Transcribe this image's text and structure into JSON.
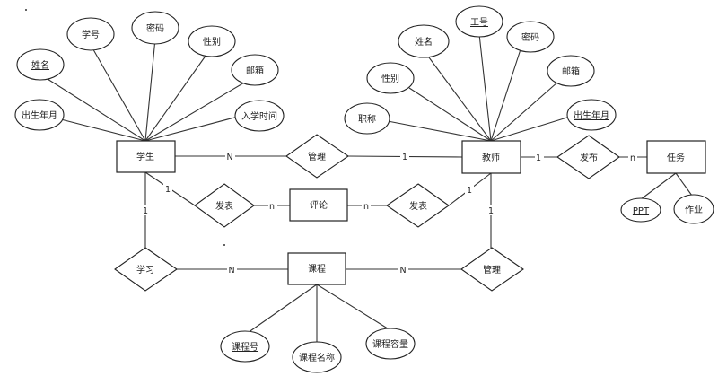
{
  "entities": {
    "student": "学生",
    "teacher": "教师",
    "task": "任务",
    "comment": "评论",
    "course": "课程"
  },
  "relationships": {
    "manage_student_teacher": "管理",
    "publish_task": "发布",
    "student_post": "发表",
    "teacher_post": "发表",
    "study": "学习",
    "manage_course": "管理"
  },
  "attributes": {
    "student": [
      "学号",
      "密码",
      "姓名",
      "性别",
      "邮箱",
      "出生年月",
      "入学时间"
    ],
    "teacher": [
      "工号",
      "姓名",
      "密码",
      "性别",
      "邮箱",
      "职称",
      "出生年月"
    ],
    "task": [
      "PPT",
      "作业"
    ],
    "course": [
      "课程号",
      "课程名称",
      "课程容量"
    ]
  },
  "cardinalities": {
    "student_manage": "N",
    "manage_teacher": "1",
    "teacher_publish": "1",
    "publish_task": "n",
    "student_post": "1",
    "post_comment_left": "n",
    "comment_post_right": "n",
    "post_teacher": "1",
    "student_study": "1",
    "study_course": "N",
    "course_manage": "N",
    "manage_teacher_bottom": "1"
  }
}
